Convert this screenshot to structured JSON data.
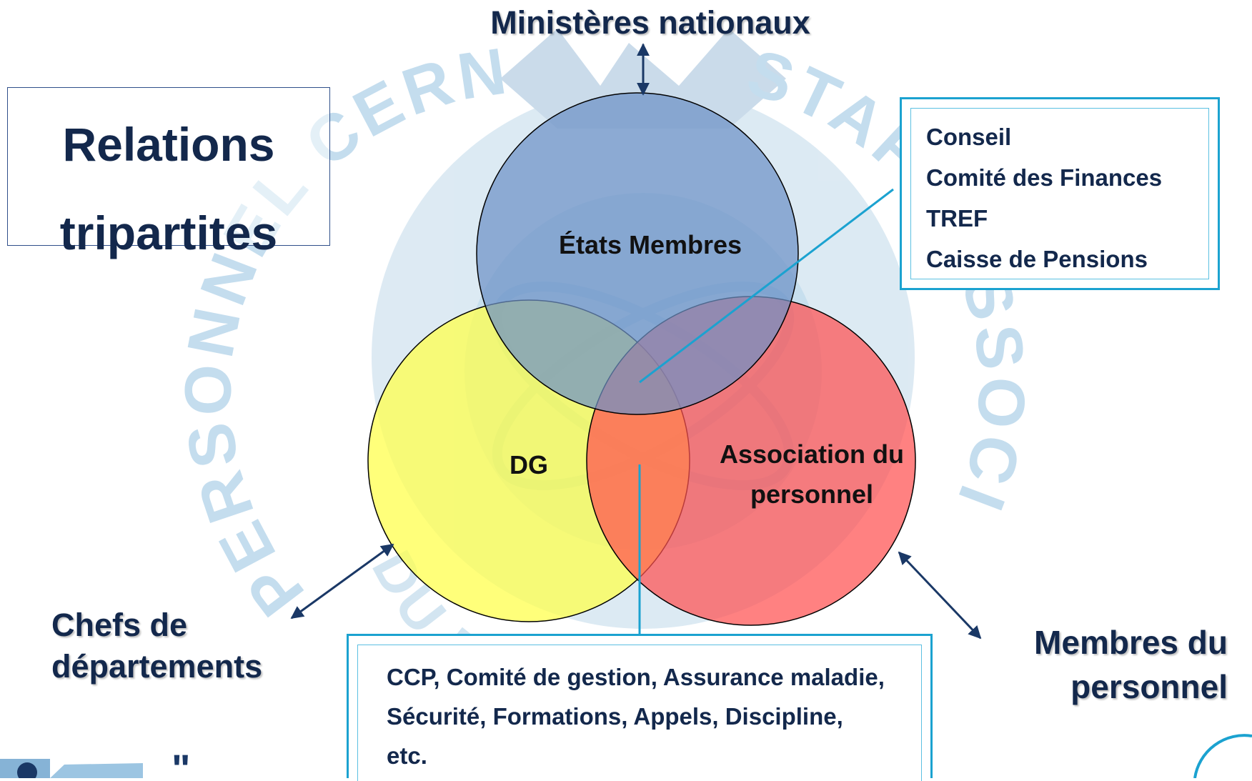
{
  "title": {
    "line1": "Relations",
    "line2": "tripartites"
  },
  "labels": {
    "top": "Ministères nationaux",
    "left_line1": "Chefs de",
    "left_line2": "départements",
    "right_line1": "Membres du",
    "right_line2": "personnel"
  },
  "circles": [
    {
      "name": "États Membres",
      "color": "#7f9fcf"
    },
    {
      "name": "DG",
      "color": "#ffff66"
    },
    {
      "name": "Association du",
      "name_line2": "personnel",
      "color": "#ff6b6b"
    }
  ],
  "boxes": {
    "top_right": [
      "Conseil",
      "Comité des Finances",
      "TREF",
      "Caisse de Pensions"
    ],
    "bottom": "CCP, Comité de gestion, Assurance maladie, Sécurité, Formations,  Appels, Discipline,  etc."
  },
  "watermark": {
    "text_left": "PERSONNEL CERN",
    "text_right": "STAFF ASSOCIATION",
    "text_bottom": "DU PERSONNEL",
    "color": "#c8dcea"
  },
  "colors": {
    "dark_navy": "#13284c",
    "box_border": "#1ba2d0",
    "arrow": "#1a3866"
  }
}
